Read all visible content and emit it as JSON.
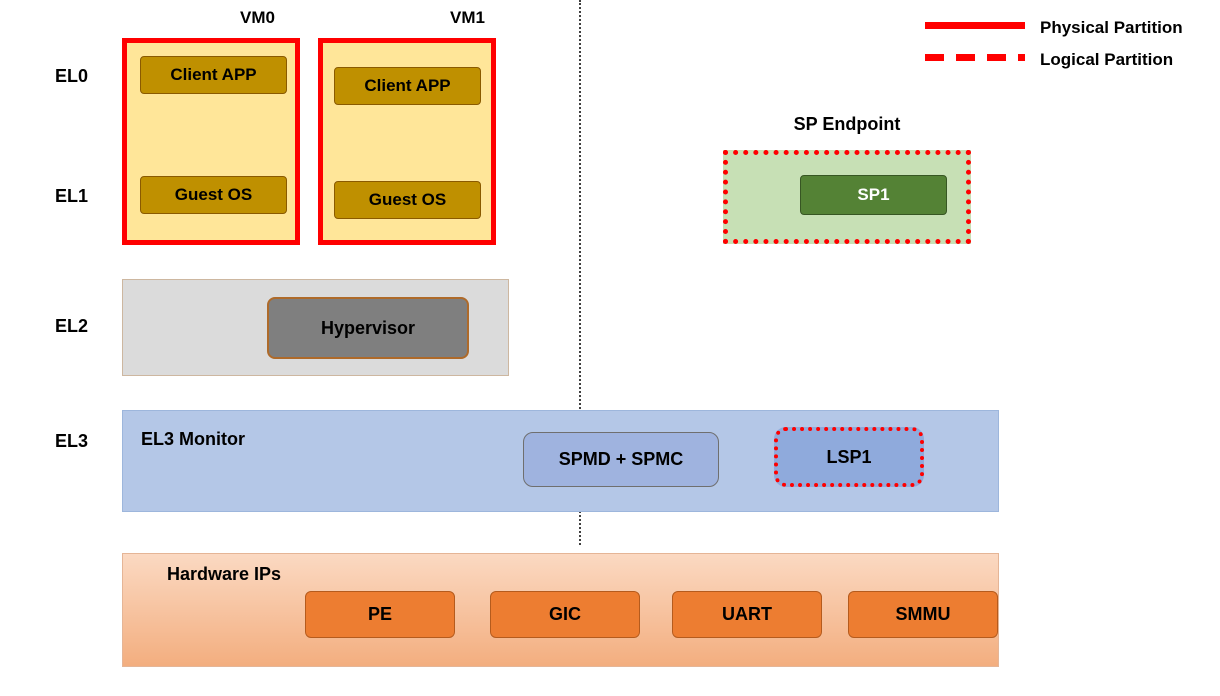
{
  "labels": {
    "el0": "EL0",
    "el1": "EL1",
    "el2": "EL2",
    "el3": "EL3",
    "vm0": "VM0",
    "vm1": "VM1",
    "client_app": "Client APP",
    "guest_os": "Guest OS",
    "sp_endpoint": "SP Endpoint",
    "sp1": "SP1",
    "hypervisor": "Hypervisor",
    "el3_monitor": "EL3 Monitor",
    "spmd_spmc": "SPMD + SPMC",
    "lsp1": "LSP1",
    "hardware_ips": "Hardware IPs"
  },
  "hardware_items": [
    "PE",
    "GIC",
    "UART",
    "SMMU"
  ],
  "legend": [
    {
      "style": "solid",
      "label": "Physical Partition"
    },
    {
      "style": "dashed",
      "label": "Logical Partition"
    }
  ],
  "colors": {
    "partition_red": "#FF0000",
    "vm_fill": "#FFE699",
    "gold_fill": "#BF9000",
    "sp_endpoint_fill": "#C7E0B5",
    "sp1_fill": "#548235",
    "el2_fill": "#DBDBDB",
    "hypervisor_fill": "#7F7F7F",
    "el3_fill": "#B4C7E7",
    "spmd_fill": "#9FB3DF",
    "lsp1_fill": "#8FAADC",
    "hardware_fill": "#F4B183",
    "hw_item_fill": "#ED7D31"
  }
}
